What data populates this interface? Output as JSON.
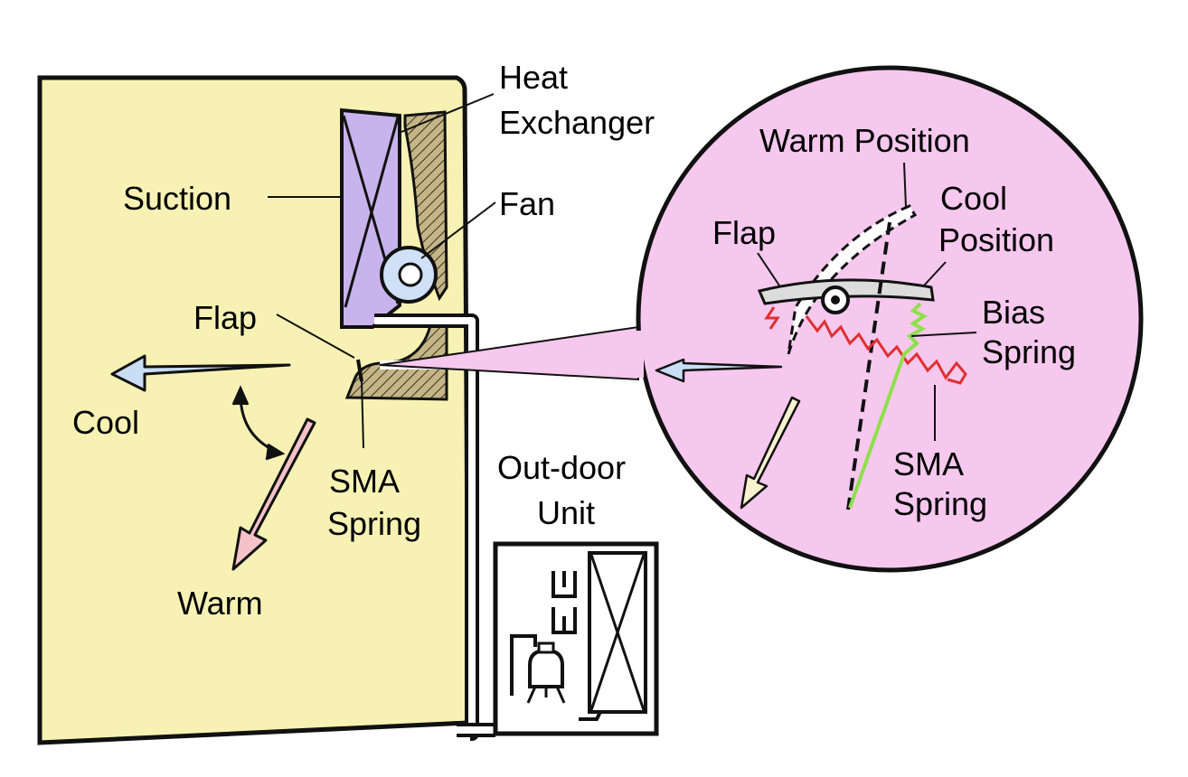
{
  "labels": {
    "heat_exchanger_line1": "Heat",
    "heat_exchanger_line2": "Exchanger",
    "suction": "Suction",
    "fan": "Fan",
    "flap": "Flap",
    "sma_spring_line1": "SMA",
    "sma_spring_line2": "Spring",
    "cool": "Cool",
    "warm": "Warm",
    "outdoor_unit_line1": "Out-door",
    "outdoor_unit_line2": "Unit"
  },
  "detail": {
    "warm_position": "Warm Position",
    "cool_position_line1": "Cool",
    "cool_position_line2": "Position",
    "flap": "Flap",
    "bias_spring_line1": "Bias",
    "bias_spring_line2": "Spring",
    "sma_spring_line1": "SMA",
    "sma_spring_line2": "Spring"
  },
  "colors": {
    "wall": "#f7f2b4",
    "detail_circle": "#f6c8ee",
    "heat_exchanger": "#c9b3ec",
    "fan": "#cfe0f7",
    "cool_arrow": "#c9ddf5",
    "warm_arrow": "#f5c2c8",
    "warm_arrow_detail": "#f8f2cf",
    "sma_spring": "#e03030",
    "bias_spring": "#8ee04a",
    "grille": "#5a4a2a"
  }
}
